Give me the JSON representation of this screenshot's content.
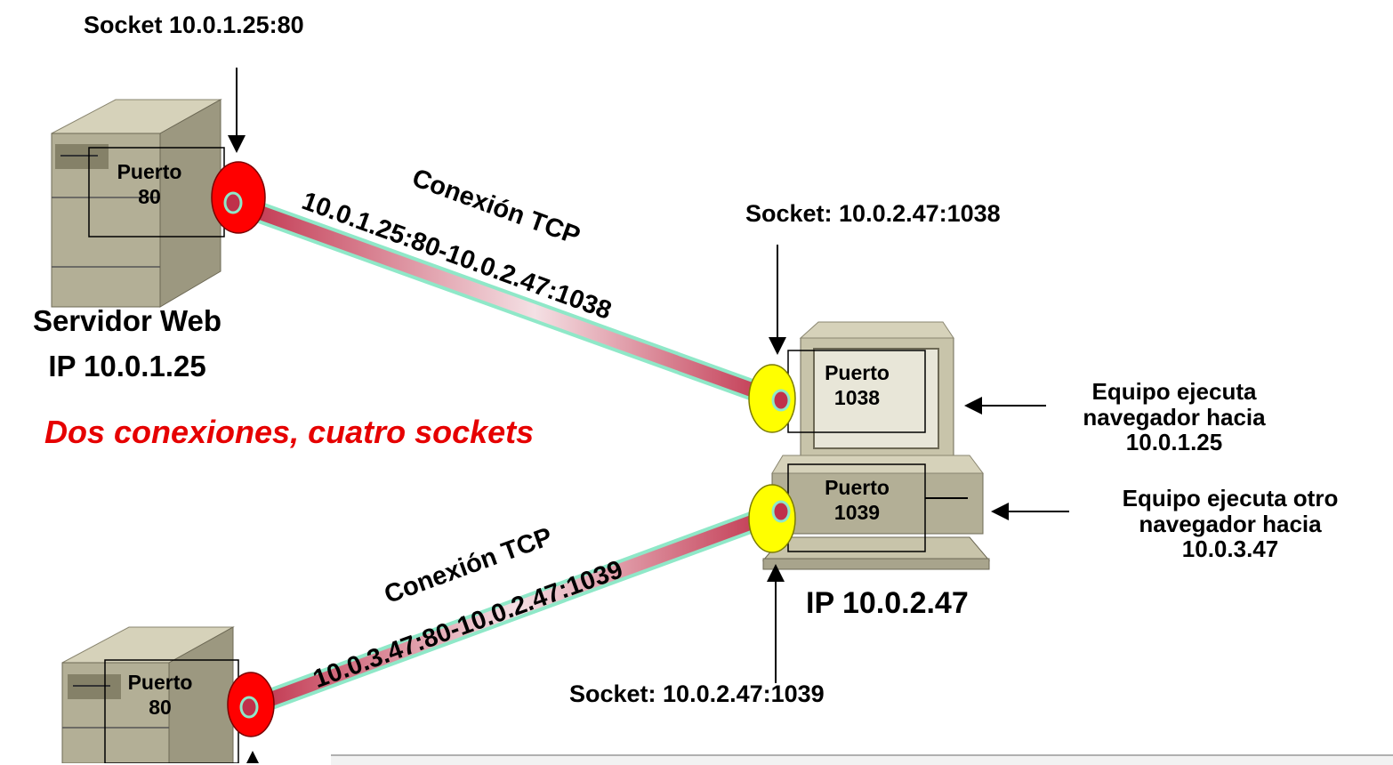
{
  "server1": {
    "socket_label": "Socket  10.0.1.25:80",
    "port_line1": "Puerto",
    "port_line2": "80",
    "name": "Servidor Web",
    "ip": "IP 10.0.1.25"
  },
  "server2": {
    "port_line1": "Puerto",
    "port_line2": "80"
  },
  "client": {
    "socket1_label": "Socket:  10.0.2.47:1038",
    "socket2_label": "Socket:  10.0.2.47:1039",
    "port1_line1": "Puerto",
    "port1_line2": "1038",
    "port2_line1": "Puerto",
    "port2_line2": "1039",
    "ip": "IP 10.0.2.47",
    "note1": [
      "Equipo ejecuta",
      "navegador hacia",
      "10.0.1.25"
    ],
    "note2": [
      "Equipo ejecuta otro",
      "navegador hacia",
      "10.0.3.47"
    ]
  },
  "connection1": {
    "title": "Conexión TCP",
    "endpoints": "10.0.1.25:80-10.0.2.47:1038"
  },
  "connection2": {
    "title": "Conexión TCP",
    "endpoints": "10.0.3.47:80-10.0.2.47:1039"
  },
  "summary": "Dos conexiones, cuatro sockets",
  "colors": {
    "server_socket": "#ff0000",
    "client_socket": "#ffff00",
    "pipe": "#c0304a",
    "pipe_border": "#8fe8c8",
    "summary": "#e60000"
  }
}
